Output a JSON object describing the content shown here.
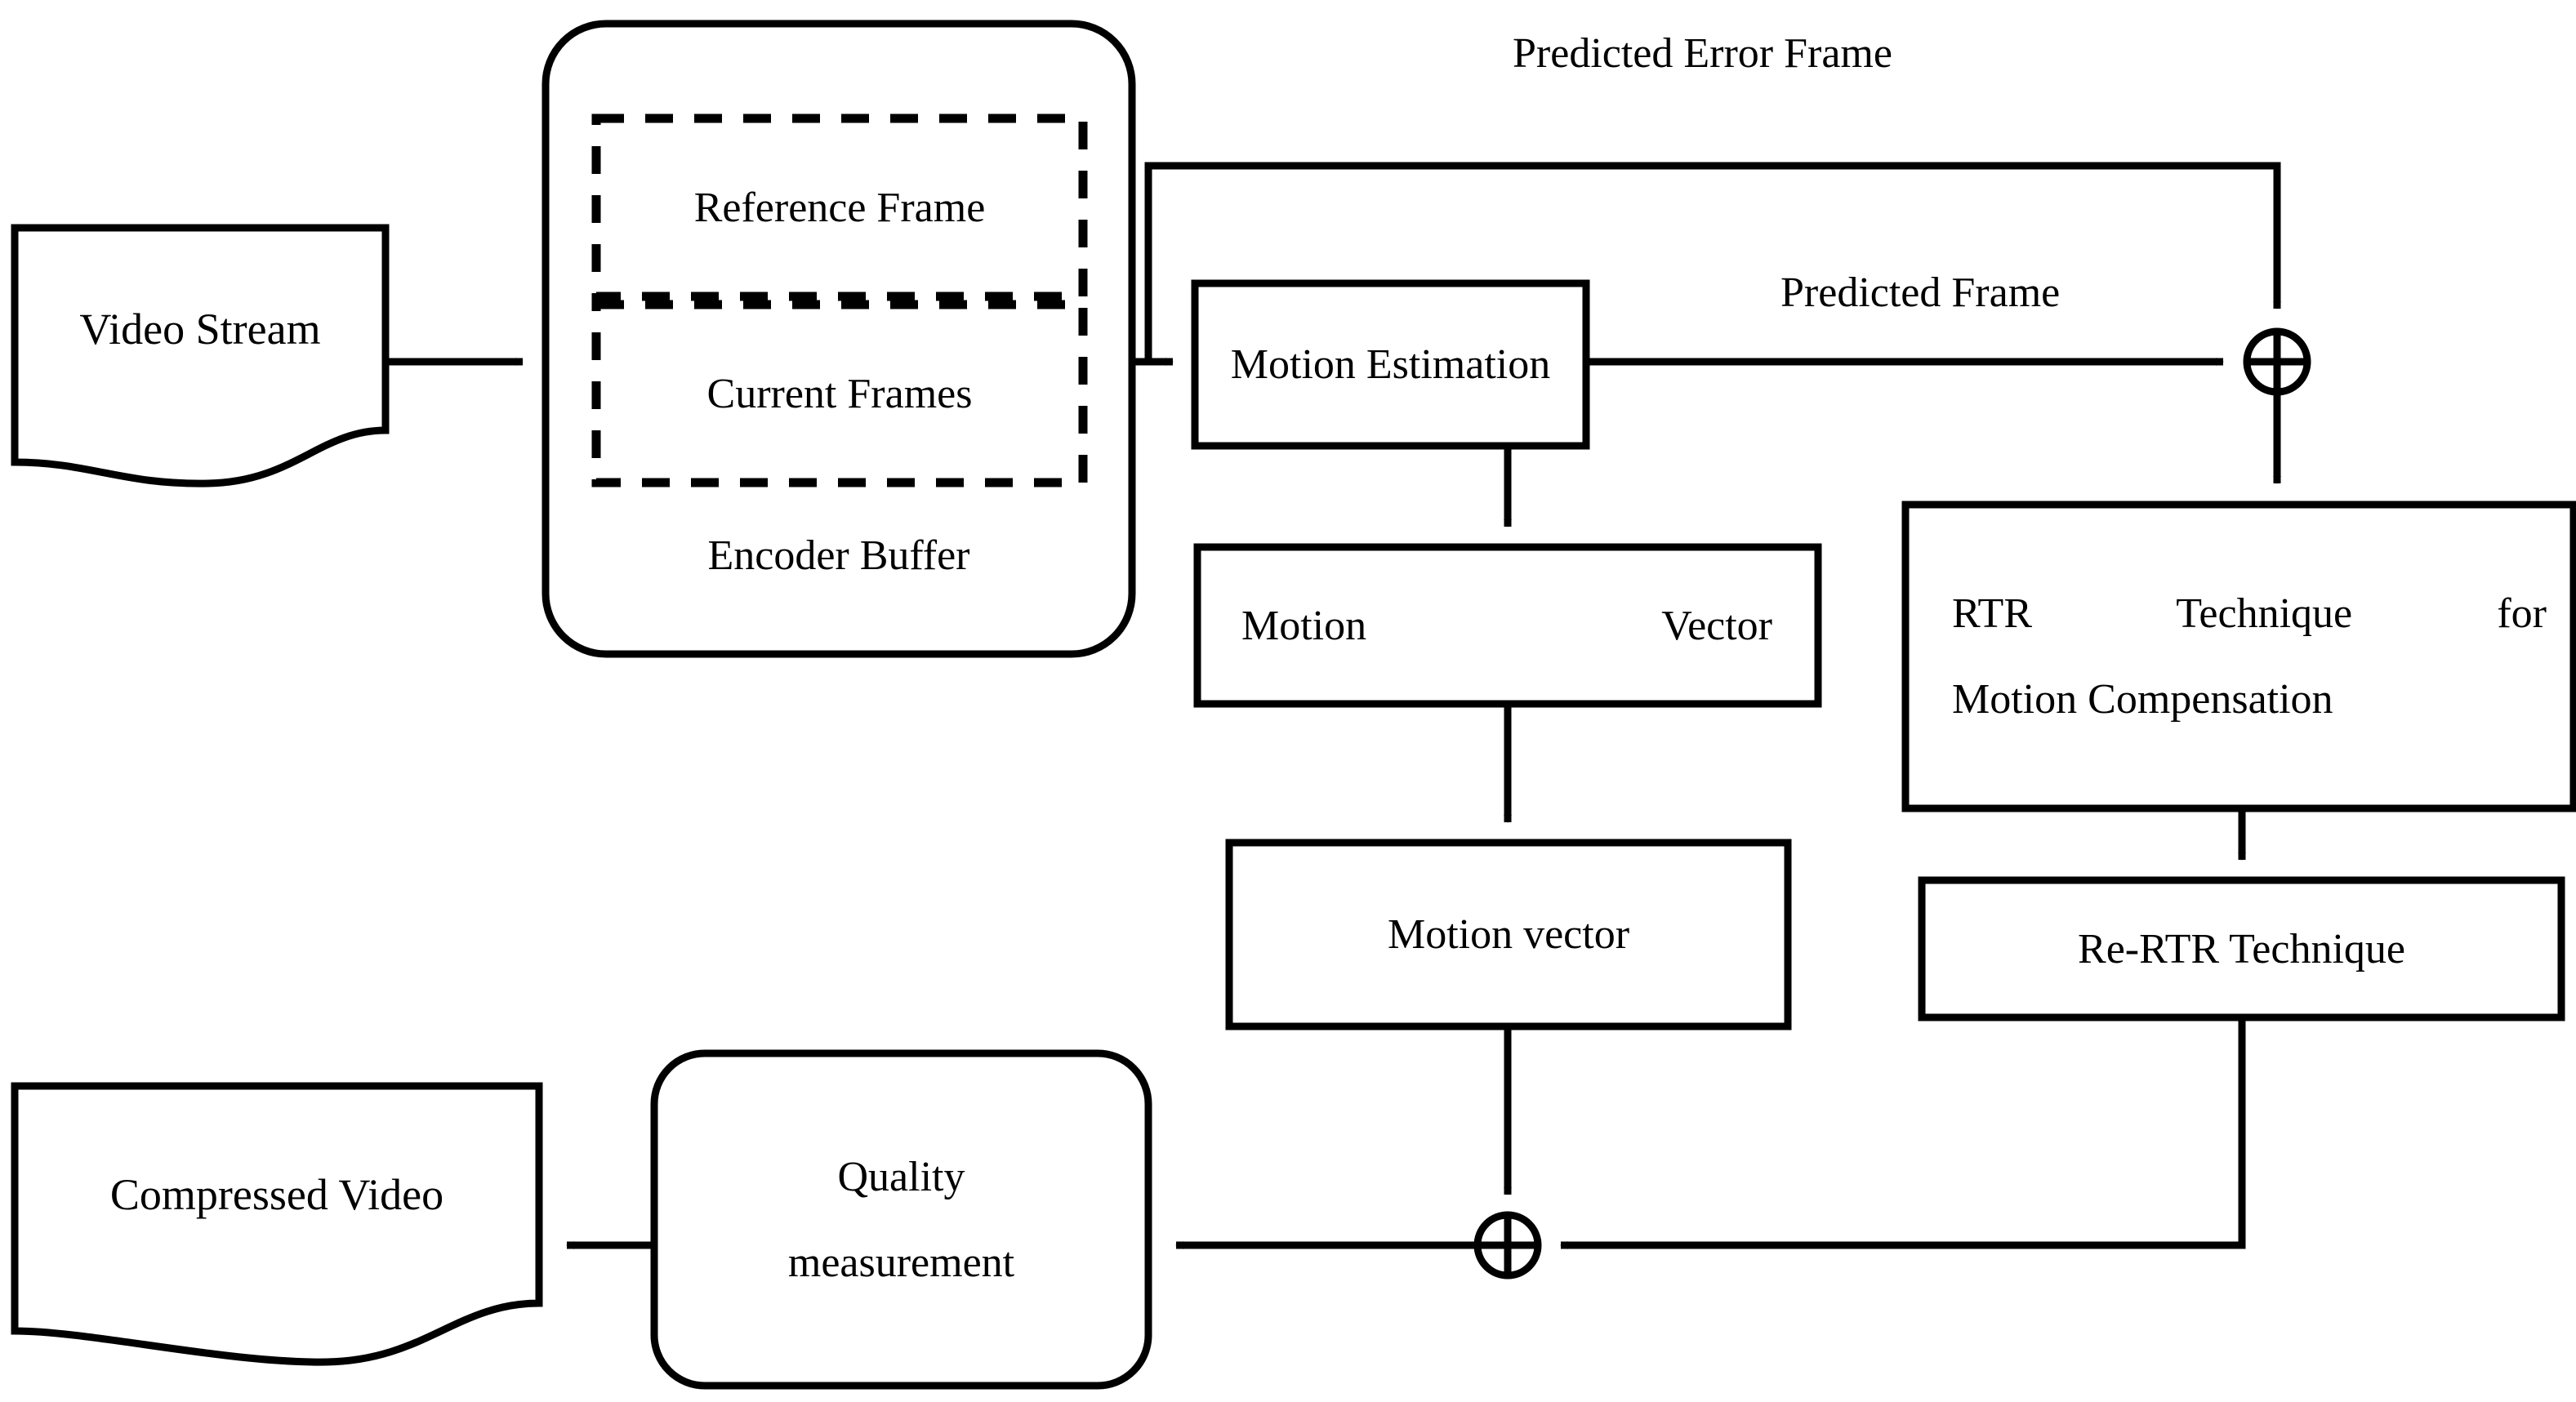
{
  "diagram": {
    "title": "Video compression block diagram with RTR motion compensation",
    "stroke_color": "#000000",
    "background_color": "#ffffff"
  },
  "nodes": {
    "video_stream": {
      "label": "Video Stream",
      "shape": "document"
    },
    "encoder_buffer": {
      "label": "Encoder Buffer",
      "shape": "rounded-rectangle",
      "inner": {
        "reference_frame": {
          "label": "Reference Frame",
          "shape": "dashed-rectangle"
        },
        "current_frames": {
          "label": "Current Frames",
          "shape": "dashed-rectangle"
        }
      }
    },
    "motion_estimation": {
      "label": "Motion Estimation",
      "shape": "rectangle"
    },
    "motion_vector_top": {
      "label_left": "Motion",
      "label_right": "Vector",
      "shape": "rectangle"
    },
    "motion_vector_bottom": {
      "label": "Motion vector",
      "shape": "rectangle"
    },
    "rtr_technique": {
      "line1": "RTR   Technique   for",
      "line2": "Motion Compensation",
      "shape": "rectangle"
    },
    "re_rtr_technique": {
      "label": "Re-RTR Technique",
      "shape": "rectangle"
    },
    "quality_measurement": {
      "line1": "Quality",
      "line2": "measurement",
      "shape": "rounded-rectangle"
    },
    "compressed_video": {
      "label": "Compressed Video",
      "shape": "document"
    },
    "sum_top": {
      "label": "⊕",
      "shape": "circle-plus"
    },
    "sum_bottom": {
      "label": "⊕",
      "shape": "circle-plus"
    }
  },
  "edge_labels": {
    "predicted_error_frame": "Predicted Error Frame",
    "predicted_frame": "Predicted Frame"
  }
}
